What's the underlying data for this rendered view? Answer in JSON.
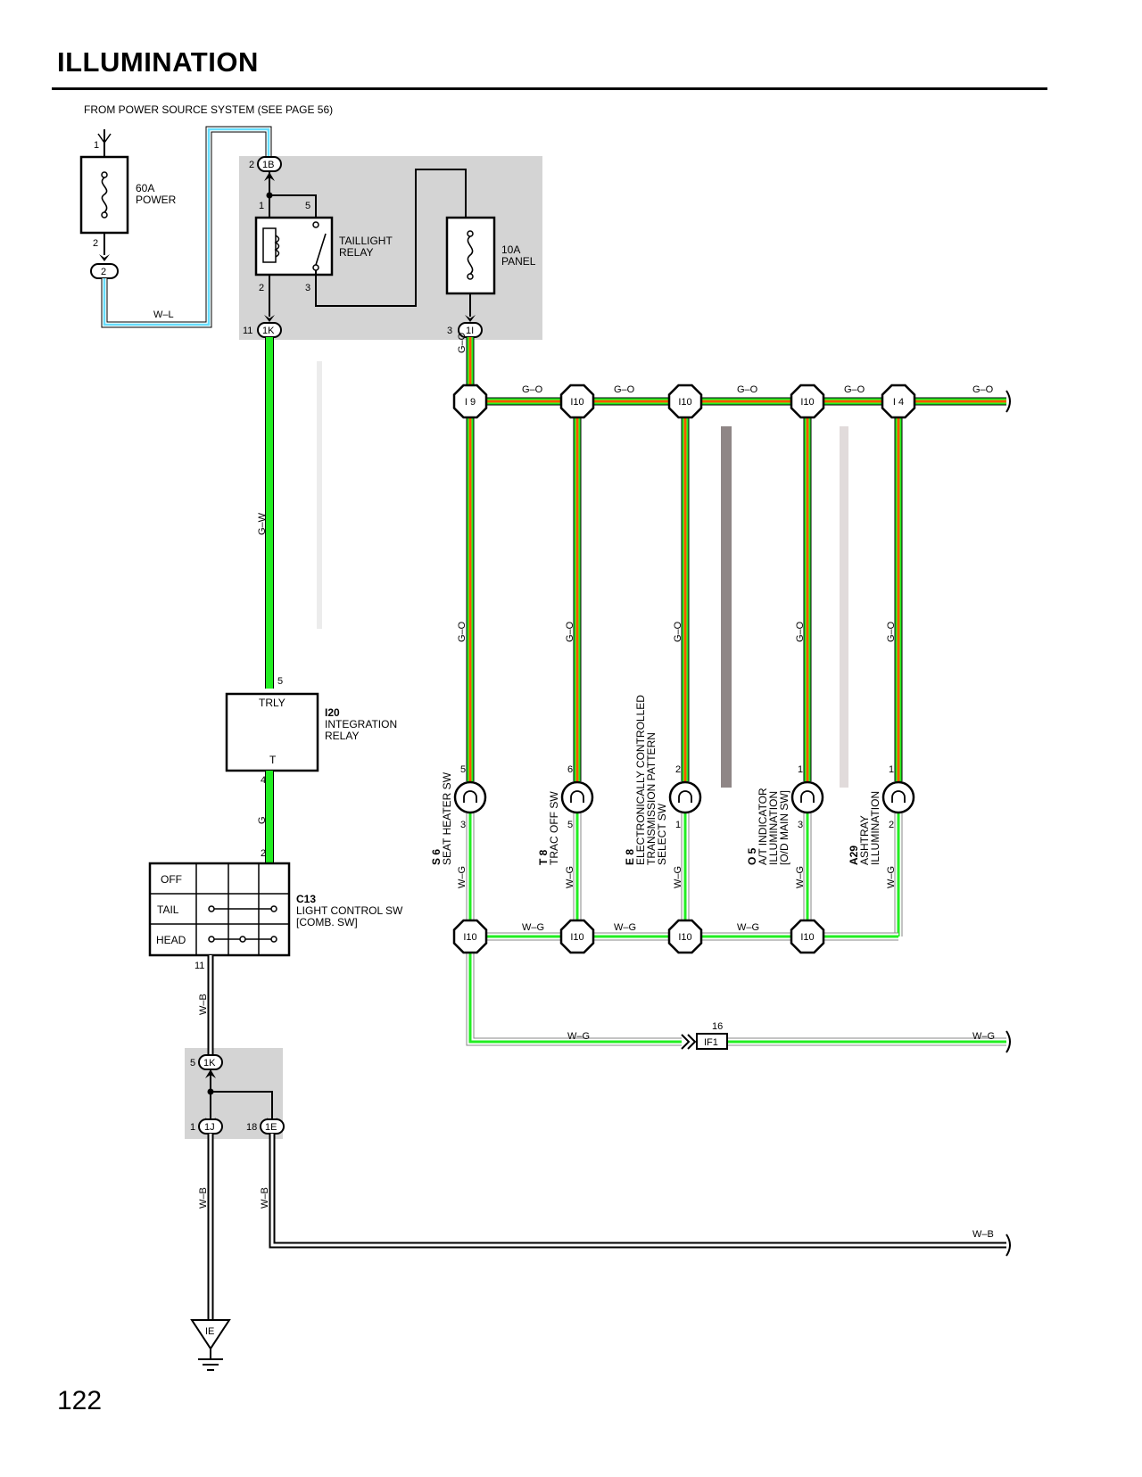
{
  "page": {
    "title": "ILLUMINATION",
    "number": "122",
    "source_note": "FROM POWER SOURCE SYSTEM (SEE PAGE 56)"
  },
  "colors": {
    "green": "#22ee22",
    "orange": "#ff8800",
    "red": "#ff2200",
    "light_blue": "#66ddff",
    "shade": "#d4d4d4"
  },
  "fuse_power": {
    "rating": "60A",
    "name": "POWER",
    "pin_in": "1",
    "pin_out": "2",
    "connector": "2"
  },
  "relay_block": {
    "top_connector": {
      "pin": "2",
      "id": "1B"
    },
    "relay_pins": [
      "1",
      "5",
      "2",
      "3"
    ],
    "relay_name_1": "TAILLIGHT",
    "relay_name_2": "RELAY",
    "fuse_rating": "10A",
    "fuse_name": "PANEL",
    "out_left": {
      "pin": "11",
      "id": "1K"
    },
    "out_right": {
      "pin": "3",
      "id": "1I"
    }
  },
  "wires": {
    "w_l": "W–L",
    "g_w": "G–W",
    "g": "G",
    "g_o": "G–O",
    "w_g": "W–G",
    "w_b": "W–B"
  },
  "integration_relay": {
    "code": "I20",
    "name_1": "INTEGRATION",
    "name_2": "RELAY",
    "terminal_top": "TRLY",
    "terminal_bottom": "T",
    "pin_in": "5",
    "pin_out": "4"
  },
  "light_switch": {
    "code": "C13",
    "name_1": "LIGHT CONTROL SW",
    "name_2": "[COMB.  SW]",
    "positions": [
      "OFF",
      "TAIL",
      "HEAD"
    ],
    "pin_in": "2",
    "pin_out": "11"
  },
  "ground_junction": {
    "in": {
      "pin": "5",
      "id": "1K"
    },
    "out_left": {
      "pin": "1",
      "id": "1J"
    },
    "out_right": {
      "pin": "18",
      "id": "1E"
    },
    "ground": "IE"
  },
  "junctions_top": [
    "I 9",
    "I10",
    "I10",
    "I10",
    "I 4"
  ],
  "junctions_bottom": [
    "I10",
    "I10",
    "I10",
    "I10"
  ],
  "connector_if1": {
    "pin": "16",
    "id": "IF1"
  },
  "lamps": [
    {
      "code": "S 6",
      "lines": [
        "SEAT HEATER SW"
      ],
      "pin_top": "5",
      "pin_bottom": "3"
    },
    {
      "code": "T 8",
      "lines": [
        "TRAC OFF SW"
      ],
      "pin_top": "6",
      "pin_bottom": "5"
    },
    {
      "code": "E 8",
      "lines": [
        "ELECTRONICALLY CONTROLLED",
        "TRANSMISSION PATTERN",
        "SELECT SW"
      ],
      "pin_top": "2",
      "pin_bottom": "1"
    },
    {
      "code": "O 5",
      "lines": [
        "A/T INDICATOR",
        "ILLUMINATION",
        "[O/D MAIN SW]"
      ],
      "pin_top": "1",
      "pin_bottom": "3"
    },
    {
      "code": "A29",
      "lines": [
        "ASHTRAY",
        "ILLUMINATION"
      ],
      "pin_top": "1",
      "pin_bottom": "2"
    }
  ]
}
